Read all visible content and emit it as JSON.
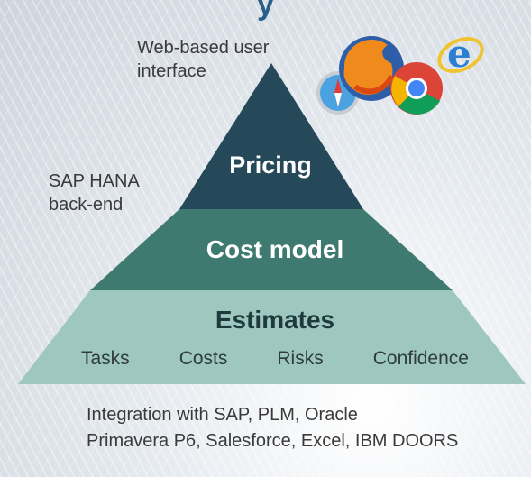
{
  "header_fragment": "y",
  "labels": {
    "ui": "Web-based user interface",
    "ui_line1": "Web-based user",
    "ui_line2": "interface",
    "backend_line1": "SAP HANA",
    "backend_line2": "back-end"
  },
  "pyramid": {
    "top": "Pricing",
    "middle": "Cost model",
    "bottom": "Estimates",
    "bottom_items": [
      "Tasks",
      "Costs",
      "Risks",
      "Confidence"
    ]
  },
  "browser_icons": [
    "safari-icon",
    "firefox-icon",
    "chrome-icon",
    "internet-explorer-icon"
  ],
  "integration": {
    "line1": "Integration with SAP, PLM, Oracle",
    "line2": "Primavera P6, Salesforce, Excel, IBM DOORS"
  },
  "colors": {
    "top_tier": "#26495a",
    "middle_tier": "#3f7a70",
    "bottom_tier": "#9dc7bf"
  }
}
